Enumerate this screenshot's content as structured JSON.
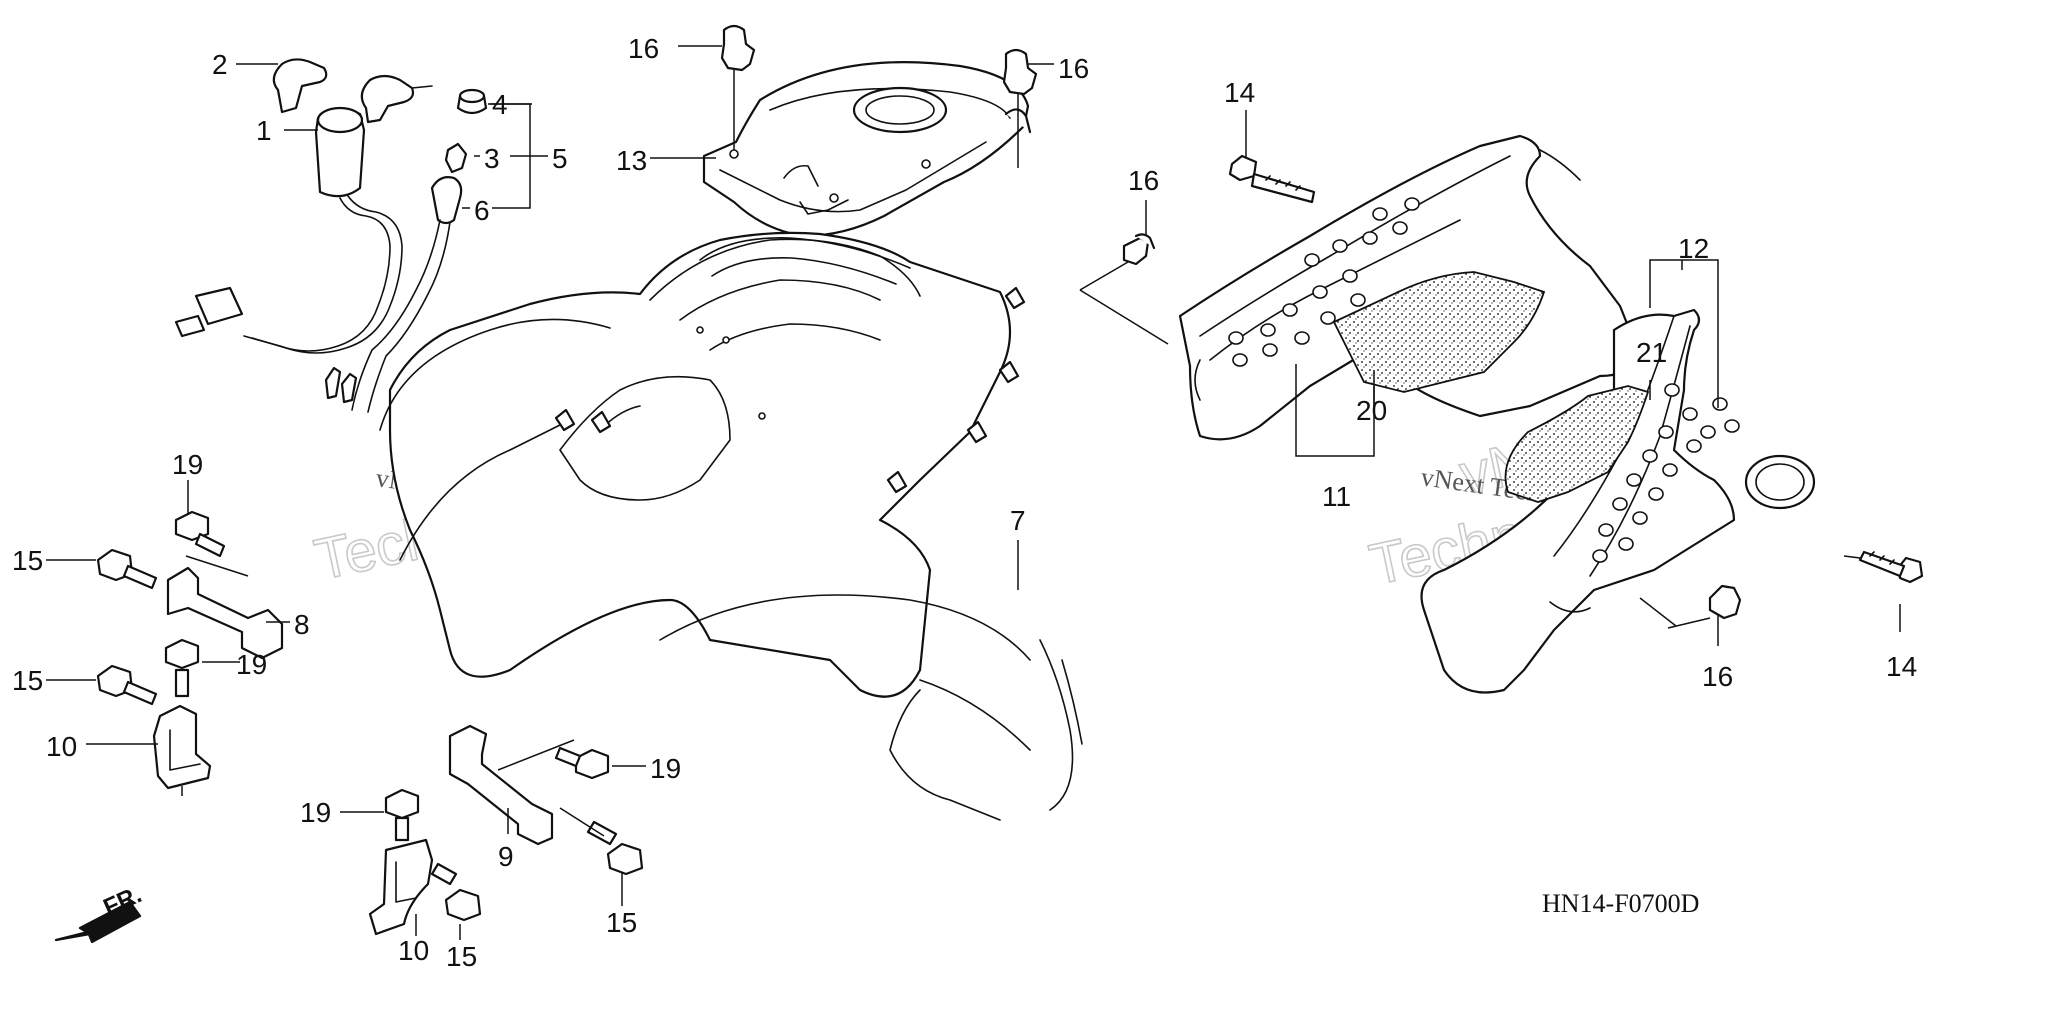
{
  "diagram": {
    "code": "HN14-F0700D",
    "front_label": "FR.",
    "watermark": {
      "small": "vNext Technologies",
      "big_line1": "vNext",
      "big_line2": "Technologies"
    },
    "callouts": {
      "c1": "1",
      "c2": "2",
      "c3": "3",
      "c4": "4",
      "c5": "5",
      "c6": "6",
      "c7": "7",
      "c8": "8",
      "c9": "9",
      "c10a": "10",
      "c10b": "10",
      "c11": "11",
      "c12": "12",
      "c13": "13",
      "c14a": "14",
      "c14b": "14",
      "c15a": "15",
      "c15b": "15",
      "c15c": "15",
      "c15d": "15",
      "c16a": "16",
      "c16b": "16",
      "c16c": "16",
      "c16d": "16",
      "c19a": "19",
      "c19b": "19",
      "c19c": "19",
      "c19d": "19",
      "c20": "20",
      "c21": "21"
    }
  }
}
